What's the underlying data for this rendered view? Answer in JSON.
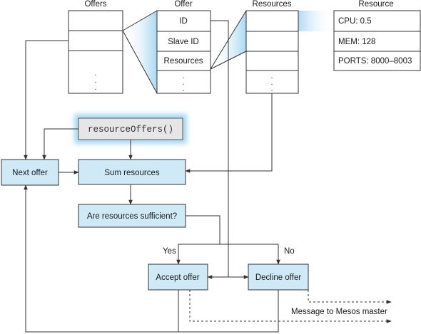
{
  "headers": {
    "offers": "Offers",
    "offer": "Offer",
    "resources": "Resources",
    "resource": "Resource"
  },
  "offer_fields": [
    "ID",
    "Slave ID",
    "Resources"
  ],
  "resource_fields": [
    "CPU: 0.5",
    "MEM: 128",
    "PORTS: 8000–8003"
  ],
  "nodes": {
    "callback": "resourceOffers()",
    "next_offer": "Next offer",
    "sum_resources": "Sum resources",
    "sufficient": "Are resources sufficient?",
    "accept": "Accept offer",
    "decline": "Decline offer"
  },
  "edge_labels": {
    "yes": "Yes",
    "no": "No",
    "message": "Message to Mesos master"
  },
  "colors": {
    "box_fill": "#cfe9f7",
    "highlight": "#b3dcf5",
    "line": "#333333"
  }
}
